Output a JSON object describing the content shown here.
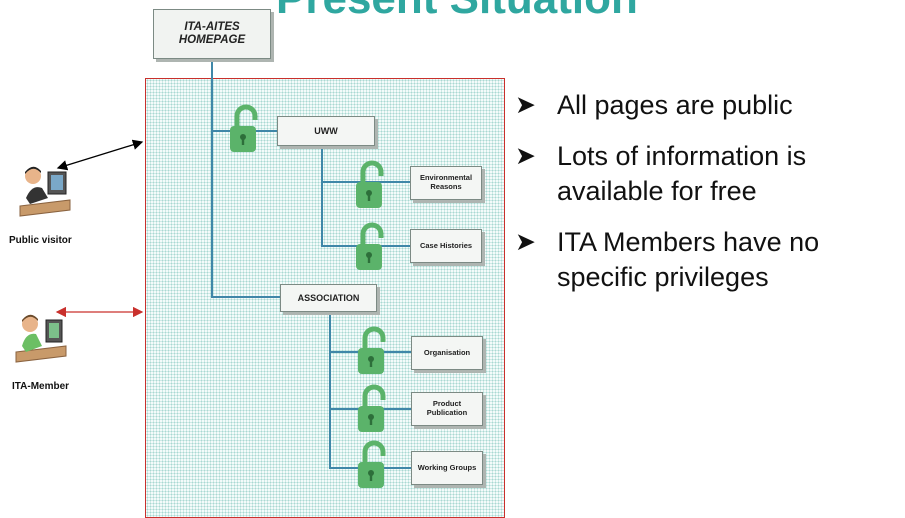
{
  "title": "Present Situation",
  "diagram": {
    "homepage": "ITA-AITES HOMEPAGE",
    "uww": "UWW",
    "environmental_reasons": "Environmental Reasons",
    "case_histories": "Case Histories",
    "association": "ASSOCIATION",
    "organisation": "Organisation",
    "product_publication": "Product Publication",
    "working_groups": "Working Groups"
  },
  "users": {
    "public_visitor": "Public visitor",
    "ita_member": "ITA-Member"
  },
  "bullets": [
    "All pages are public",
    "Lots of information is available for free",
    "ITA Members have no specific privileges"
  ],
  "colors": {
    "title": "#2fa7a0",
    "lock": "#5bb36a",
    "frame_border": "#c9302c",
    "member_arrow": "#c9302c",
    "visitor_arrow": "#000000",
    "connector": "#3f87a8"
  }
}
